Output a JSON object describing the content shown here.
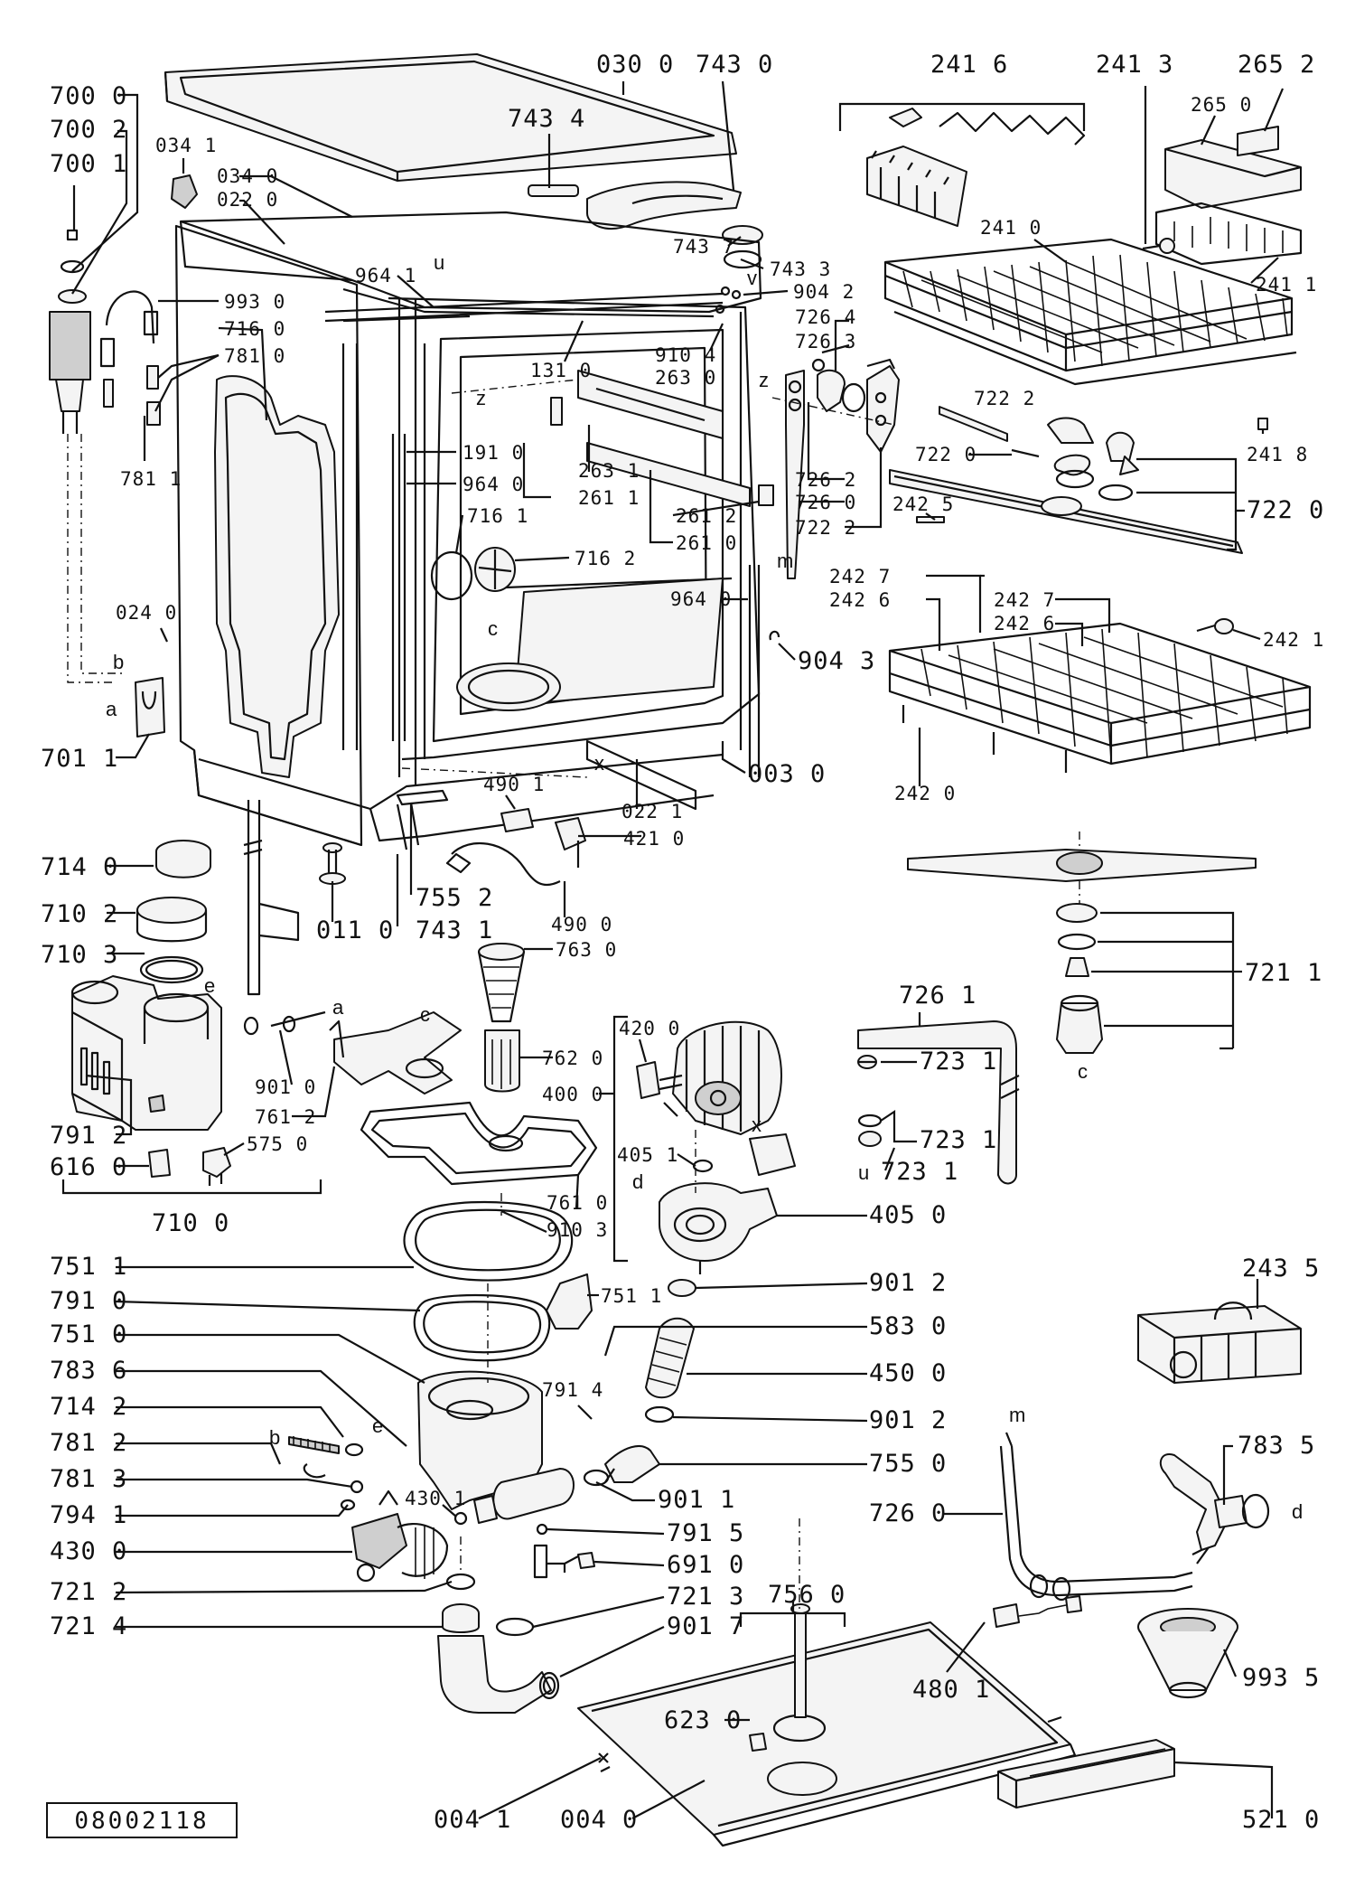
{
  "drawing_ref": "08002118",
  "labels": [
    {
      "id": "030_0",
      "text": "030 0"
    },
    {
      "id": "743_0",
      "text": "743 0"
    },
    {
      "id": "241_6",
      "text": "241 6"
    },
    {
      "id": "241_3",
      "text": "241 3"
    },
    {
      "id": "265_2",
      "text": "265 2"
    },
    {
      "id": "265_0",
      "text": "265 0"
    },
    {
      "id": "700_0",
      "text": "700 0"
    },
    {
      "id": "700_2",
      "text": "700 2"
    },
    {
      "id": "700_1",
      "text": "700 1"
    },
    {
      "id": "034_1",
      "text": "034 1"
    },
    {
      "id": "034_0",
      "text": "034 0"
    },
    {
      "id": "022_0",
      "text": "022 0"
    },
    {
      "id": "743_4",
      "text": "743 4"
    },
    {
      "id": "743_7",
      "text": "743 7"
    },
    {
      "id": "743_3",
      "text": "743 3"
    },
    {
      "id": "964_1",
      "text": "964 1"
    },
    {
      "id": "904_2",
      "text": "904 2"
    },
    {
      "id": "993_0",
      "text": "993 0"
    },
    {
      "id": "716_0",
      "text": "716 0"
    },
    {
      "id": "781_0",
      "text": "781 0"
    },
    {
      "id": "131_0",
      "text": "131 0"
    },
    {
      "id": "910_4",
      "text": "910 4"
    },
    {
      "id": "263_0",
      "text": "263 0"
    },
    {
      "id": "726_4",
      "text": "726 4"
    },
    {
      "id": "726_3",
      "text": "726 3"
    },
    {
      "id": "241_0",
      "text": "241 0"
    },
    {
      "id": "241_1",
      "text": "241 1"
    },
    {
      "id": "781_1",
      "text": "781 1"
    },
    {
      "id": "191_0",
      "text": "191 0"
    },
    {
      "id": "964_0",
      "text": "964 0"
    },
    {
      "id": "263_1",
      "text": "263 1"
    },
    {
      "id": "261_1",
      "text": "261 1"
    },
    {
      "id": "716_1",
      "text": "716 1"
    },
    {
      "id": "716_2",
      "text": "716 2"
    },
    {
      "id": "261_2",
      "text": "261 2"
    },
    {
      "id": "261_0",
      "text": "261 0"
    },
    {
      "id": "726_2",
      "text": "726 2"
    },
    {
      "id": "726_0",
      "text": "726 0"
    },
    {
      "id": "722_2",
      "text": "722 2"
    },
    {
      "id": "722_2b",
      "text": "722 2"
    },
    {
      "id": "722_0",
      "text": "722 0"
    },
    {
      "id": "722_0b",
      "text": "722 0"
    },
    {
      "id": "242_5",
      "text": "242 5"
    },
    {
      "id": "241_8",
      "text": "241 8"
    },
    {
      "id": "242_7",
      "text": "242 7"
    },
    {
      "id": "242_6",
      "text": "242 6"
    },
    {
      "id": "242_7b",
      "text": "242 7"
    },
    {
      "id": "242_6b",
      "text": "242 6"
    },
    {
      "id": "242_1",
      "text": "242 1"
    },
    {
      "id": "242_0",
      "text": "242 0"
    },
    {
      "id": "024_0",
      "text": "024 0"
    },
    {
      "id": "964_0b",
      "text": "964 0"
    },
    {
      "id": "904_3",
      "text": "904 3"
    },
    {
      "id": "701_1",
      "text": "701 1"
    },
    {
      "id": "003_0",
      "text": "003 0"
    },
    {
      "id": "022_1",
      "text": "022 1"
    },
    {
      "id": "490_1",
      "text": "490 1"
    },
    {
      "id": "421_0",
      "text": "421 0"
    },
    {
      "id": "714_0",
      "text": "714 0"
    },
    {
      "id": "710_2",
      "text": "710 2"
    },
    {
      "id": "011_0",
      "text": "011 0"
    },
    {
      "id": "755_2",
      "text": "755 2"
    },
    {
      "id": "743_1",
      "text": "743 1"
    },
    {
      "id": "490_0",
      "text": "490 0"
    },
    {
      "id": "763_0",
      "text": "763 0"
    },
    {
      "id": "710_3",
      "text": "710 3"
    },
    {
      "id": "721_1",
      "text": "721 1"
    },
    {
      "id": "726_1",
      "text": "726 1"
    },
    {
      "id": "723_1a",
      "text": "723 1"
    },
    {
      "id": "420_0",
      "text": "420 0"
    },
    {
      "id": "762_0",
      "text": "762 0"
    },
    {
      "id": "400_0",
      "text": "400 0"
    },
    {
      "id": "901_0",
      "text": "901 0"
    },
    {
      "id": "761_2",
      "text": "761 2"
    },
    {
      "id": "791_2",
      "text": "791 2"
    },
    {
      "id": "575_0",
      "text": "575 0"
    },
    {
      "id": "723_1b",
      "text": "723 1"
    },
    {
      "id": "723_1c",
      "text": "723 1"
    },
    {
      "id": "405_1",
      "text": "405 1"
    },
    {
      "id": "616_0",
      "text": "616 0"
    },
    {
      "id": "761_0",
      "text": "761 0"
    },
    {
      "id": "910_3",
      "text": "910 3"
    },
    {
      "id": "405_0",
      "text": "405 0"
    },
    {
      "id": "710_0",
      "text": "710 0"
    },
    {
      "id": "243_5",
      "text": "243 5"
    },
    {
      "id": "751_1",
      "text": "751 1"
    },
    {
      "id": "901_2a",
      "text": "901 2"
    },
    {
      "id": "791_0",
      "text": "791 0"
    },
    {
      "id": "751_1b",
      "text": "751 1"
    },
    {
      "id": "583_0",
      "text": "583 0"
    },
    {
      "id": "751_0",
      "text": "751 0"
    },
    {
      "id": "450_0",
      "text": "450 0"
    },
    {
      "id": "783_6",
      "text": "783 6"
    },
    {
      "id": "791_4",
      "text": "791 4"
    },
    {
      "id": "714_2",
      "text": "714 2"
    },
    {
      "id": "901_2b",
      "text": "901 2"
    },
    {
      "id": "781_2",
      "text": "781 2"
    },
    {
      "id": "755_0",
      "text": "755 0"
    },
    {
      "id": "783_5",
      "text": "783 5"
    },
    {
      "id": "781_3",
      "text": "781 3"
    },
    {
      "id": "901_1",
      "text": "901 1"
    },
    {
      "id": "794_1",
      "text": "794 1"
    },
    {
      "id": "430_1",
      "text": "430 1"
    },
    {
      "id": "791_5",
      "text": "791 5"
    },
    {
      "id": "726_0b",
      "text": "726 0"
    },
    {
      "id": "430_0",
      "text": "430 0"
    },
    {
      "id": "691_0",
      "text": "691 0"
    },
    {
      "id": "721_2",
      "text": "721 2"
    },
    {
      "id": "721_3",
      "text": "721 3"
    },
    {
      "id": "756_0",
      "text": "756 0"
    },
    {
      "id": "721_4",
      "text": "721 4"
    },
    {
      "id": "901_7",
      "text": "901 7"
    },
    {
      "id": "480_1",
      "text": "480 1"
    },
    {
      "id": "993_5",
      "text": "993 5"
    },
    {
      "id": "623_0",
      "text": "623 0"
    },
    {
      "id": "004_1",
      "text": "004 1"
    },
    {
      "id": "004_0",
      "text": "004 0"
    },
    {
      "id": "521_0",
      "text": "521 0"
    }
  ],
  "connector_letters": [
    {
      "id": "z1",
      "text": "z"
    },
    {
      "id": "z2",
      "text": "z"
    },
    {
      "id": "u1",
      "text": "u"
    },
    {
      "id": "v1",
      "text": "v"
    },
    {
      "id": "m1",
      "text": "m"
    },
    {
      "id": "c1",
      "text": "c"
    },
    {
      "id": "b1",
      "text": "b"
    },
    {
      "id": "a1",
      "text": "a"
    },
    {
      "id": "x1",
      "text": "x"
    },
    {
      "id": "a2",
      "text": "a"
    },
    {
      "id": "e1",
      "text": "e"
    },
    {
      "id": "c2",
      "text": "c"
    },
    {
      "id": "c3",
      "text": "c"
    },
    {
      "id": "x2",
      "text": "x"
    },
    {
      "id": "d1",
      "text": "d"
    },
    {
      "id": "u2",
      "text": "u"
    },
    {
      "id": "b2",
      "text": "b"
    },
    {
      "id": "e2",
      "text": "e"
    },
    {
      "id": "m2",
      "text": "m"
    },
    {
      "id": "d2",
      "text": "d"
    }
  ]
}
